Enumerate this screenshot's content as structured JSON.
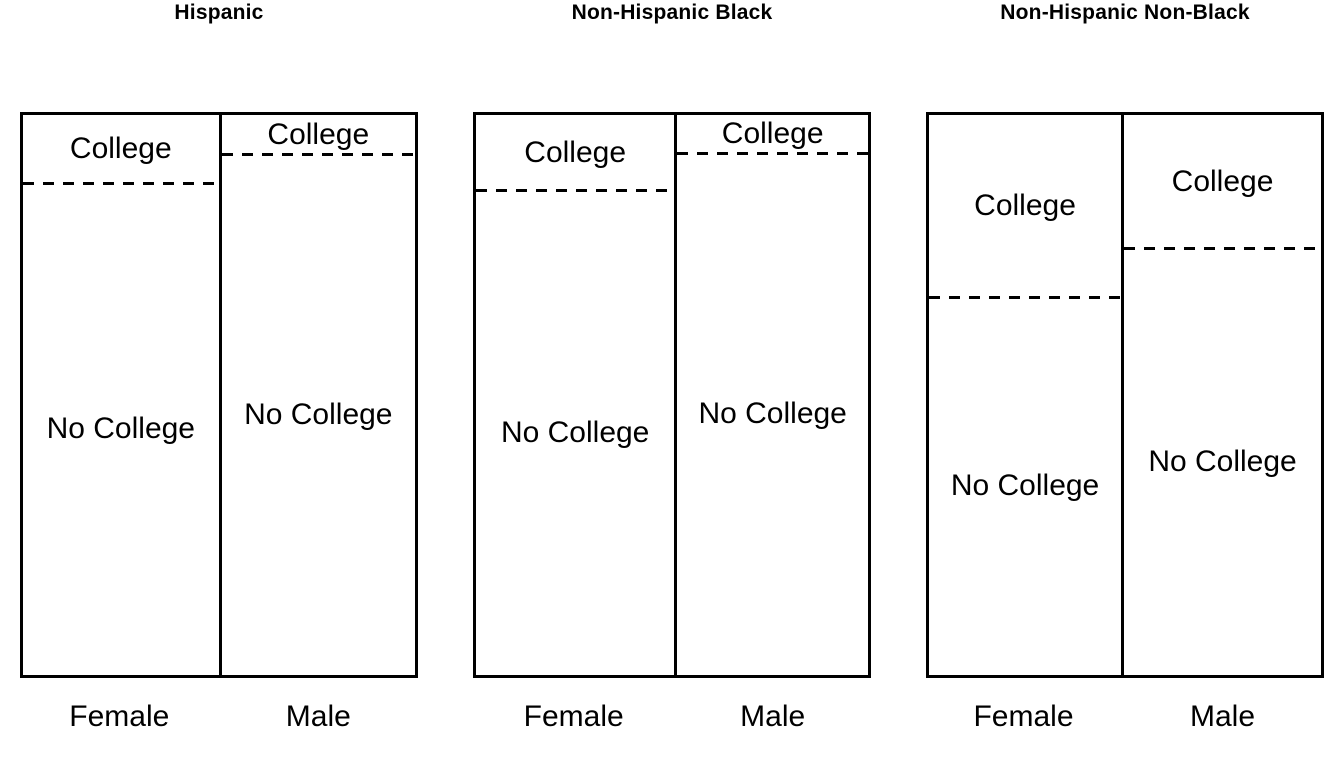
{
  "figure": {
    "background_color": "#ffffff",
    "line_color": "#000000",
    "text_color": "#000000"
  },
  "chart_data": {
    "type": "mosaic",
    "title": "",
    "legend": "none",
    "gridlines": false,
    "panel_titles": [
      "Hispanic",
      "Non-Hispanic Black",
      "Non-Hispanic Non-Black"
    ],
    "x_categories": [
      "Female",
      "Male"
    ],
    "segment_categories": [
      "College",
      "No College"
    ],
    "panels": [
      {
        "title": "Hispanic",
        "columns": [
          {
            "label": "Female",
            "width_share": 0.499,
            "segments": [
              {
                "label": "College",
                "share": 0.123
              },
              {
                "label": "No College",
                "share": 0.877
              }
            ]
          },
          {
            "label": "Male",
            "width_share": 0.501,
            "segments": [
              {
                "label": "College",
                "share": 0.071
              },
              {
                "label": "No College",
                "share": 0.929
              }
            ]
          }
        ]
      },
      {
        "title": "Non-Hispanic Black",
        "columns": [
          {
            "label": "Female",
            "width_share": 0.506,
            "segments": [
              {
                "label": "College",
                "share": 0.134
              },
              {
                "label": "No College",
                "share": 0.866
              }
            ]
          },
          {
            "label": "Male",
            "width_share": 0.494,
            "segments": [
              {
                "label": "College",
                "share": 0.069
              },
              {
                "label": "No College",
                "share": 0.931
              }
            ]
          }
        ]
      },
      {
        "title": "Non-Hispanic Non-Black",
        "columns": [
          {
            "label": "Female",
            "width_share": 0.49,
            "segments": [
              {
                "label": "College",
                "share": 0.325
              },
              {
                "label": "No College",
                "share": 0.675
              }
            ]
          },
          {
            "label": "Male",
            "width_share": 0.51,
            "segments": [
              {
                "label": "College",
                "share": 0.239
              },
              {
                "label": "No College",
                "share": 0.761
              }
            ]
          }
        ]
      }
    ]
  }
}
